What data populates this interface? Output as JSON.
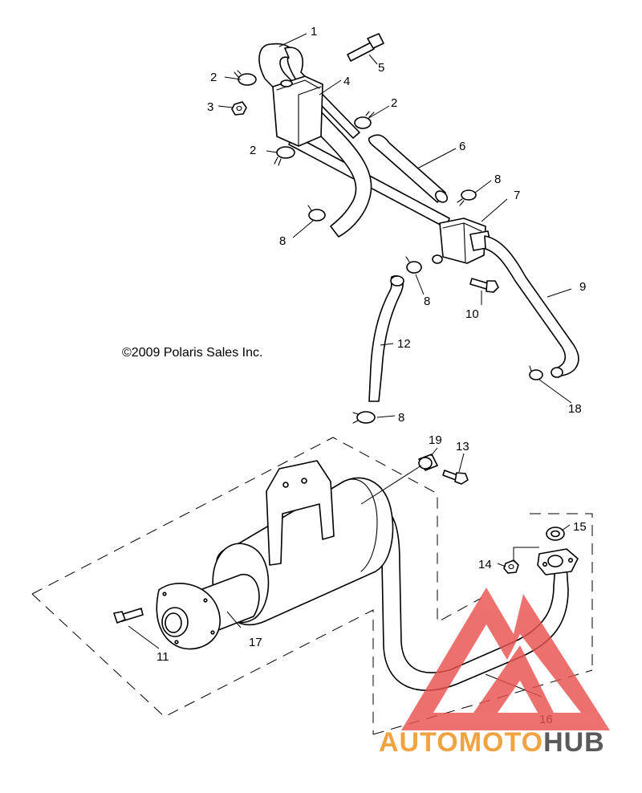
{
  "copyright": "©2009 Polaris Sales Inc.",
  "callouts": [
    "1",
    "2",
    "2",
    "2",
    "3",
    "4",
    "5",
    "6",
    "7",
    "8",
    "8",
    "8",
    "8",
    "9",
    "10",
    "11",
    "12",
    "13",
    "14",
    "15",
    "16",
    "17",
    "18",
    "19"
  ],
  "watermark": {
    "prefix": "AUTOMOTO",
    "suffix": "HUB",
    "prefix_color": "#f2a341",
    "suffix_color": "#5a5a5a",
    "logo_color": "#e8524f"
  }
}
